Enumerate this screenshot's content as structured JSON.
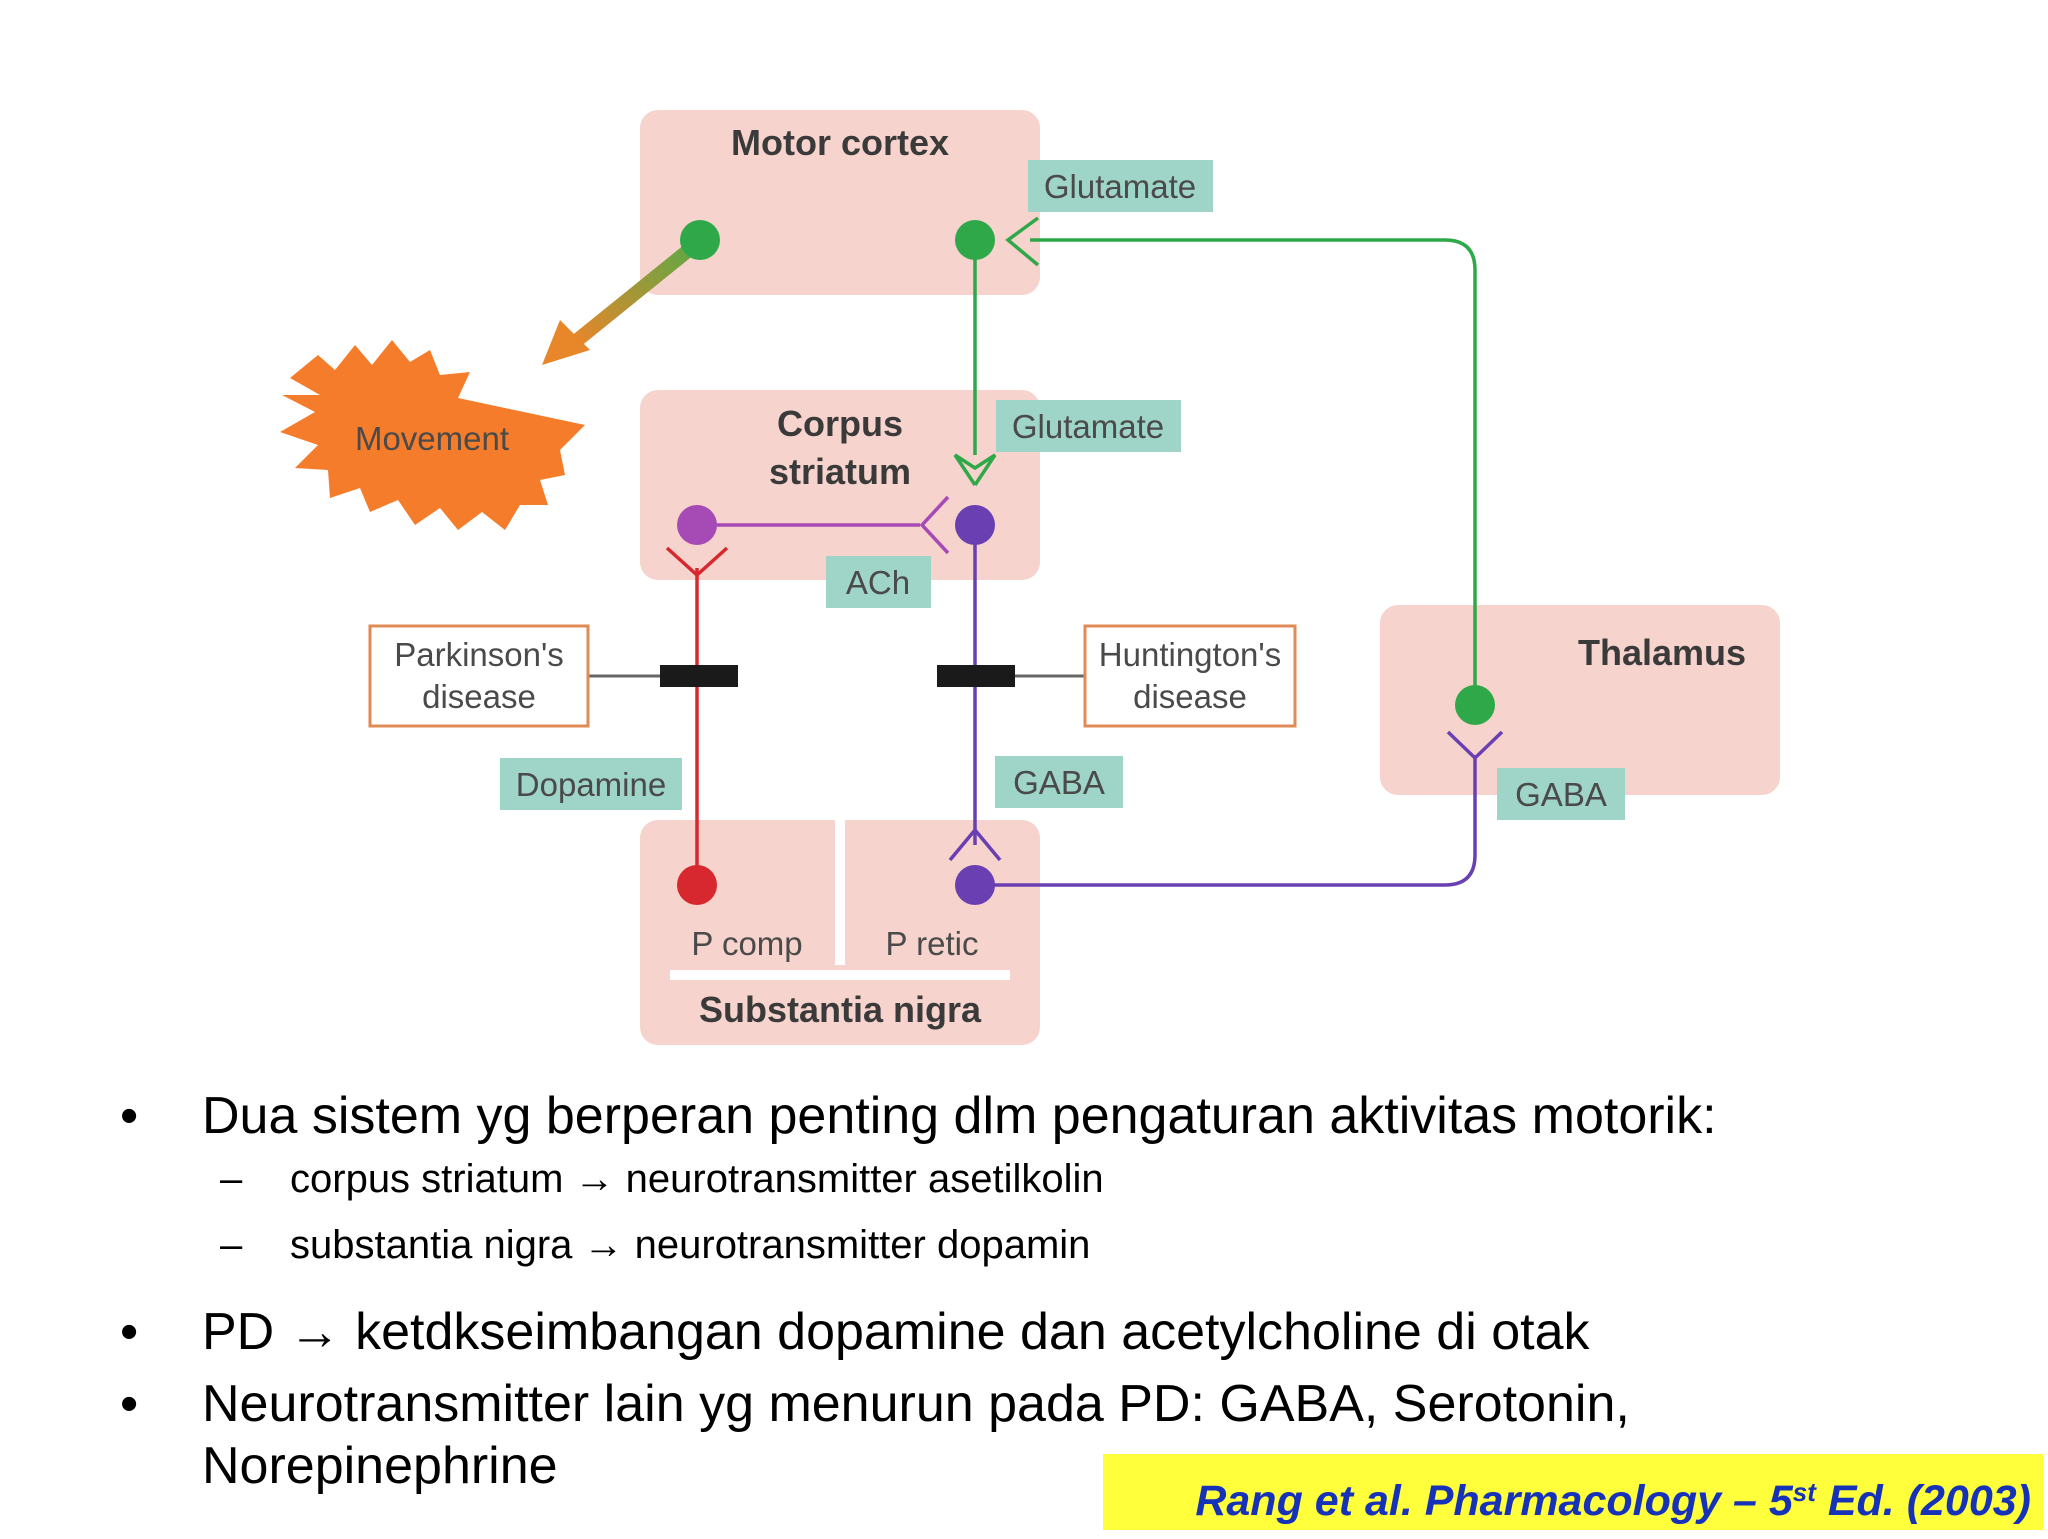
{
  "diagram": {
    "regions": {
      "motor_cortex": "Motor cortex",
      "corpus_striatum_line1": "Corpus",
      "corpus_striatum_line2": "striatum",
      "thalamus": "Thalamus",
      "substantia_nigra": "Substantia nigra",
      "p_comp": "P comp",
      "p_retic": "P retic"
    },
    "movement": "Movement",
    "transmitters": {
      "glutamate_top": "Glutamate",
      "glutamate_mid": "Glutamate",
      "ach": "ACh",
      "dopamine": "Dopamine",
      "gaba_mid": "GABA",
      "gaba_thalamus": "GABA"
    },
    "diseases": {
      "parkinsons_line1": "Parkinson's",
      "parkinsons_line2": "disease",
      "huntingtons_line1": "Huntington's",
      "huntingtons_line2": "disease"
    },
    "colors": {
      "green": "#2fa84a",
      "purple": "#6a3fb2",
      "magenta": "#a64bb5",
      "red": "#d7282f",
      "movement": "#f47c2a",
      "region_fill": "#f6d3cc",
      "tag_fill": "#9fd4c8"
    }
  },
  "bullets": [
    {
      "text": "Dua sistem yg berperan penting dlm pengaturan aktivitas motorik:",
      "subs": [
        "corpus striatum → neurotransmitter asetilkolin",
        "substantia nigra → neurotransmitter dopamin"
      ]
    },
    {
      "text": "PD → ketdkseimbangan dopamine dan acetylcholine di otak"
    },
    {
      "text_line1": "Neurotransmitter lain yg menurun pada PD: GABA, Serotonin,",
      "text_line2": "Norepinephrine"
    }
  ],
  "bullet_char": "•",
  "dash_char": "–",
  "citation": {
    "main": "Rang et al. Pharmacology – 5",
    "sup": "st",
    "tail": " Ed. (2003)"
  }
}
